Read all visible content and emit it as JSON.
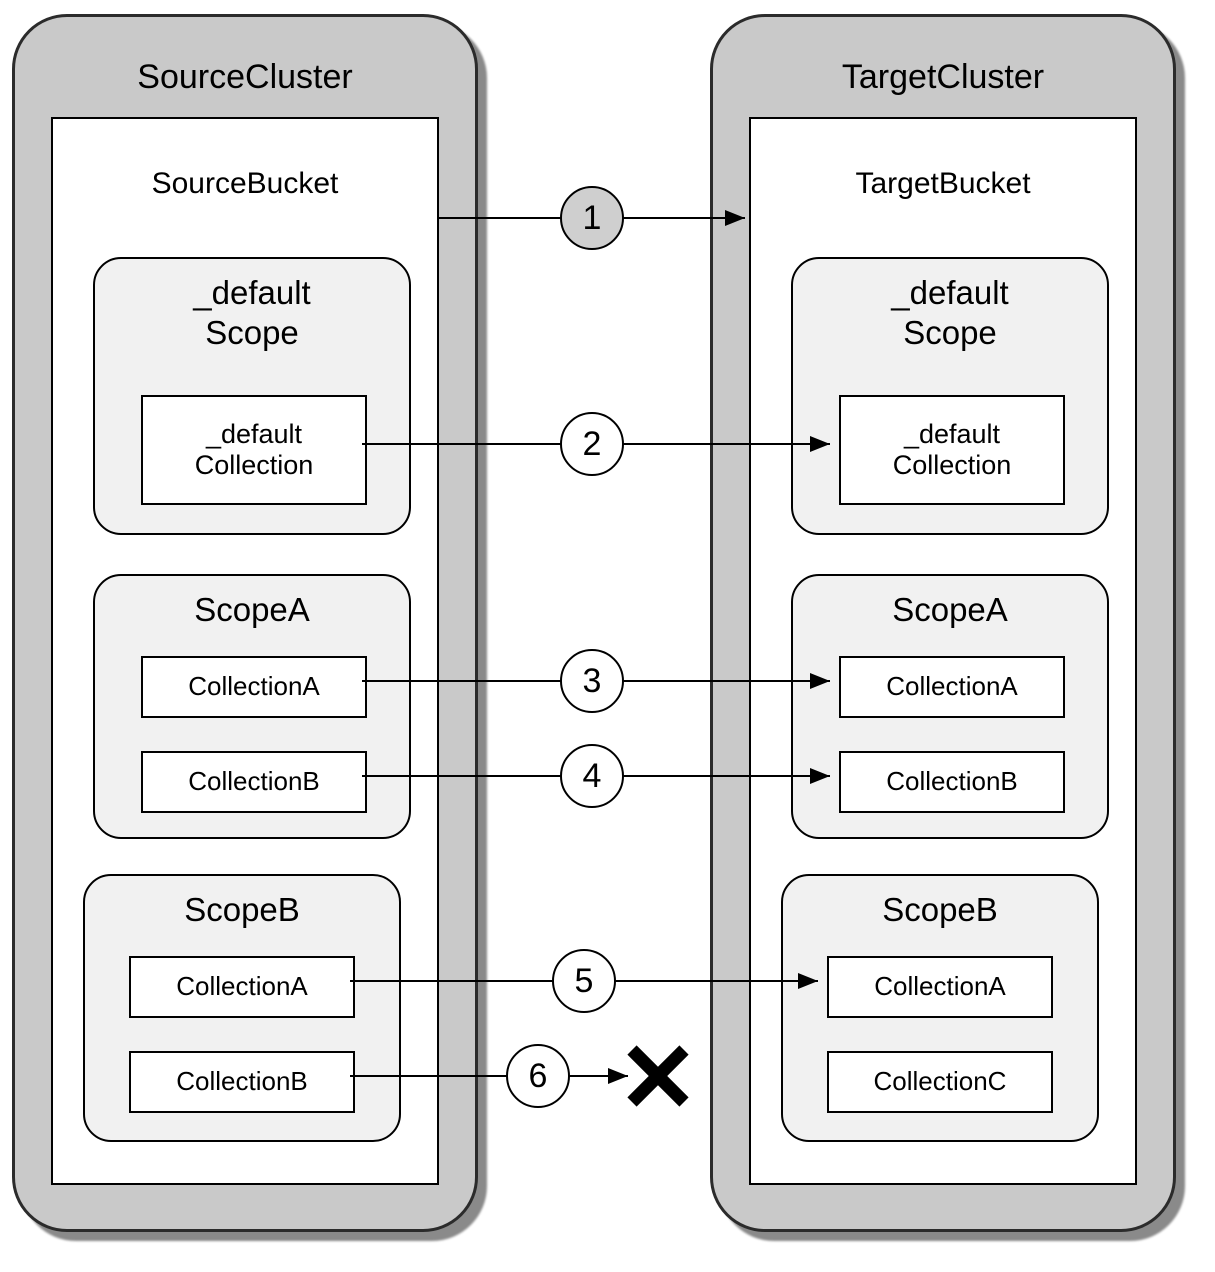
{
  "source": {
    "cluster_title": "SourceCluster",
    "bucket_title": "SourceBucket",
    "scopes": [
      {
        "title": "_default\nScope",
        "collections": [
          "_default\nCollection"
        ]
      },
      {
        "title": "ScopeA",
        "collections": [
          "CollectionA",
          "CollectionB"
        ]
      },
      {
        "title": "ScopeB",
        "collections": [
          "CollectionA",
          "CollectionB"
        ]
      }
    ]
  },
  "target": {
    "cluster_title": "TargetCluster",
    "bucket_title": "TargetBucket",
    "scopes": [
      {
        "title": "_default\nScope",
        "collections": [
          "_default\nCollection"
        ]
      },
      {
        "title": "ScopeA",
        "collections": [
          "CollectionA",
          "CollectionB"
        ]
      },
      {
        "title": "ScopeB",
        "collections": [
          "CollectionA",
          "CollectionC"
        ]
      }
    ]
  },
  "arrows": [
    {
      "label": "1"
    },
    {
      "label": "2"
    },
    {
      "label": "3"
    },
    {
      "label": "4"
    },
    {
      "label": "5"
    },
    {
      "label": "6"
    }
  ],
  "colors": {
    "cluster_fill": "#c9c9c9",
    "cluster_border": "#2b2b2b",
    "scope_fill": "#f1f1f1",
    "box_border": "#000000",
    "line_color": "#000000",
    "badge_fill": "#ffffff",
    "badge1_fill": "#cfcfcf",
    "shadow_color": "#8a8a8a"
  }
}
